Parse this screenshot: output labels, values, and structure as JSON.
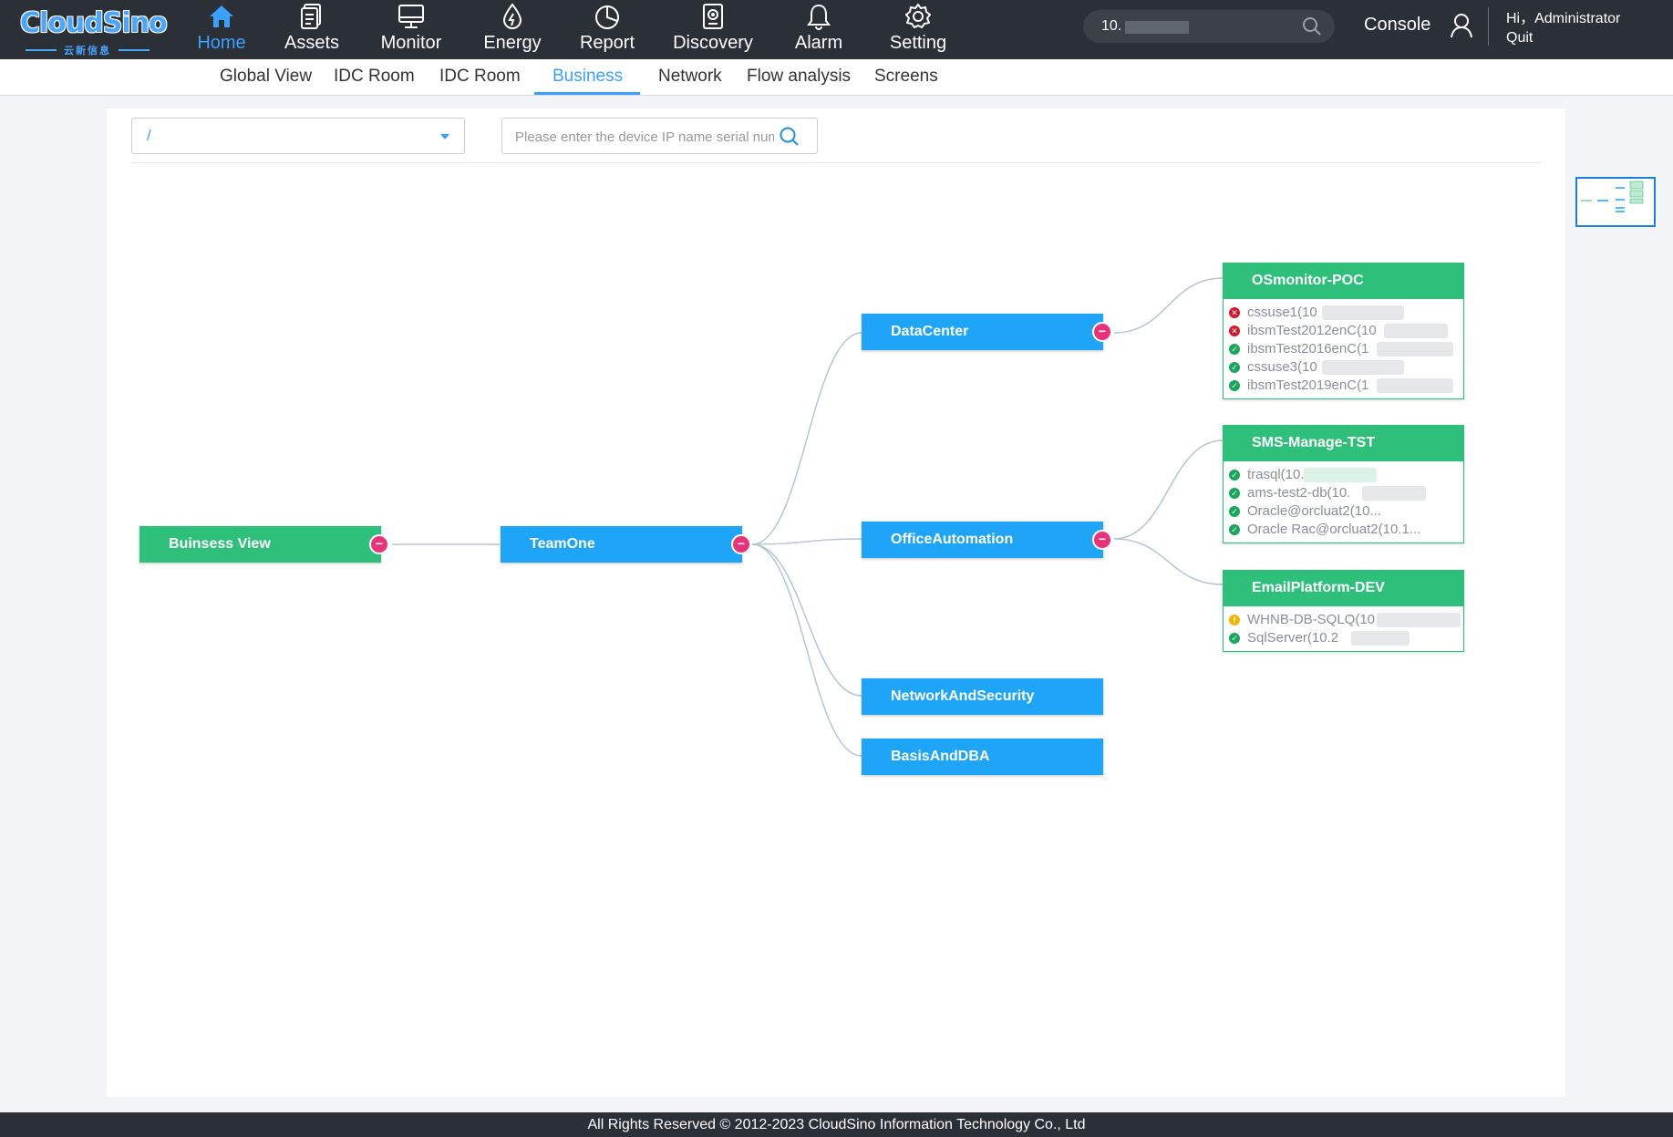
{
  "brand": {
    "name": "CloudSino",
    "subtitle": "云新信息",
    "color": "#4aa5ff"
  },
  "nav": [
    {
      "label": "Home",
      "icon": "home-icon",
      "active": true
    },
    {
      "label": "Assets",
      "icon": "assets-icon"
    },
    {
      "label": "Monitor",
      "icon": "monitor-icon"
    },
    {
      "label": "Energy",
      "icon": "energy-icon"
    },
    {
      "label": "Report",
      "icon": "report-icon"
    },
    {
      "label": "Discovery",
      "icon": "discovery-icon"
    },
    {
      "label": "Alarm",
      "icon": "alarm-icon"
    },
    {
      "label": "Setting",
      "icon": "setting-icon"
    }
  ],
  "header": {
    "search_value": "10.",
    "console_label": "Console",
    "greeting": "Hi，Administrator",
    "quit_label": "Quit"
  },
  "subtabs": [
    {
      "label": "Global View"
    },
    {
      "label": "IDC Room"
    },
    {
      "label": "IDC Room"
    },
    {
      "label": "Business",
      "active": true
    },
    {
      "label": "Network"
    },
    {
      "label": "Flow analysis"
    },
    {
      "label": "Screens"
    }
  ],
  "toolbar": {
    "path_value": "/",
    "device_search_placeholder": "Please enter the device IP name serial number"
  },
  "graph": {
    "root": {
      "label": "Buinsess View",
      "collapse_symbol": "−"
    },
    "team": {
      "label": "TeamOne",
      "collapse_symbol": "−"
    },
    "groups": [
      {
        "label": "DataCenter",
        "collapse_symbol": "−"
      },
      {
        "label": "OfficeAutomation",
        "collapse_symbol": "−"
      },
      {
        "label": "NetworkAndSecurity"
      },
      {
        "label": "BasisAndDBA"
      }
    ],
    "systems": [
      {
        "title": "OSmonitor-POC",
        "devices": [
          {
            "name": "cssuse1(10",
            "status": "error"
          },
          {
            "name": "ibsmTest2012enC(10",
            "status": "error"
          },
          {
            "name": "ibsmTest2016enC(1",
            "status": "ok"
          },
          {
            "name": "cssuse3(10",
            "status": "ok"
          },
          {
            "name": "ibsmTest2019enC(1",
            "status": "ok"
          }
        ]
      },
      {
        "title": "SMS-Manage-TST",
        "devices": [
          {
            "name": "trasql(10.",
            "status": "ok"
          },
          {
            "name": "ams-test2-db(10.",
            "status": "ok"
          },
          {
            "name": "Oracle@orcluat2(10...",
            "status": "ok"
          },
          {
            "name": "Oracle Rac@orcluat2(10.1...",
            "status": "ok"
          }
        ]
      },
      {
        "title": "EmailPlatform-DEV",
        "devices": [
          {
            "name": "WHNB-DB-SQLQ(10",
            "status": "warning"
          },
          {
            "name": "SqlServer(10.2",
            "status": "ok"
          }
        ]
      }
    ]
  },
  "colors": {
    "topbar": "#2b2f36",
    "accent": "#3ba0ff",
    "node_green": "#2ec07a",
    "node_blue": "#1ea5f7",
    "toggle": "#e8337a",
    "status_ok": "#19a75b",
    "status_error": "#d0162a",
    "status_warning": "#f2b705"
  },
  "footer": {
    "text": "All Rights Reserved © 2012-2023  CloudSino Information Technology Co., Ltd"
  }
}
